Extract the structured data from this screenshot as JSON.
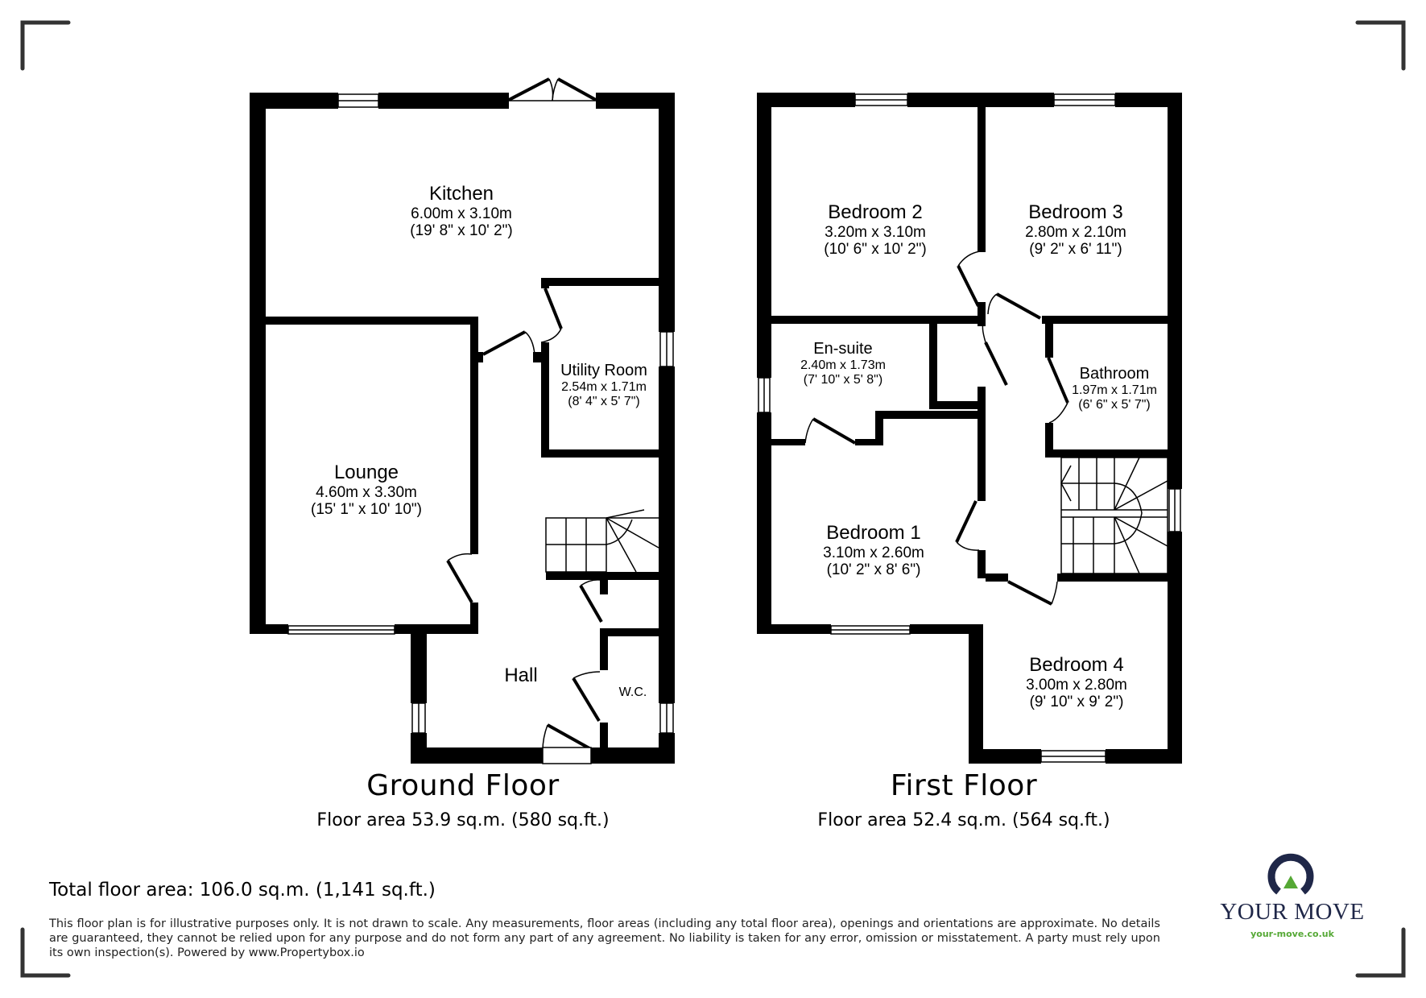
{
  "ground_floor": {
    "title": "Ground Floor",
    "area": "Floor area 53.9 sq.m. (580 sq.ft.)",
    "rooms": [
      {
        "name": "Kitchen",
        "metric": "6.00m x 3.10m",
        "imperial": "(19' 8\" x 10' 2\")"
      },
      {
        "name": "Utility Room",
        "metric": "2.54m x 1.71m",
        "imperial": "(8' 4\" x 5' 7\")"
      },
      {
        "name": "Lounge",
        "metric": "4.60m x 3.30m",
        "imperial": "(15' 1\" x 10' 10\")"
      },
      {
        "name": "Hall"
      },
      {
        "name": "W.C."
      }
    ]
  },
  "first_floor": {
    "title": "First Floor",
    "area": "Floor area 52.4 sq.m. (564 sq.ft.)",
    "rooms": [
      {
        "name": "Bedroom 2",
        "metric": "3.20m x 3.10m",
        "imperial": "(10' 6\" x 10' 2\")"
      },
      {
        "name": "Bedroom 3",
        "metric": "2.80m x 2.10m",
        "imperial": "(9' 2\" x 6' 11\")"
      },
      {
        "name": "En-suite",
        "metric": "2.40m x 1.73m",
        "imperial": "(7' 10\" x 5' 8\")"
      },
      {
        "name": "Bathroom",
        "metric": "1.97m x 1.71m",
        "imperial": "(6' 6\" x 5' 7\")"
      },
      {
        "name": "Bedroom 1",
        "metric": "3.10m x 2.60m",
        "imperial": "(10' 2\" x 8' 6\")"
      },
      {
        "name": "Bedroom 4",
        "metric": "3.00m x 2.80m",
        "imperial": "(9' 10\" x 9' 2\")"
      }
    ]
  },
  "total_area": "Total floor area: 106.0 sq.m. (1,141 sq.ft.)",
  "disclaimer": "This floor plan is for illustrative purposes only. It is not drawn to scale. Any measurements, floor areas (including any total floor area), openings and orientations are approximate. No details are guaranteed, they cannot be relied upon for any purpose and do not form any part of any agreement. No liability is taken for any error, omission or misstatement. A party must rely upon its own inspection(s). Powered by www.Propertybox.io",
  "logo": {
    "brand": "YOUR MOVE",
    "url": "your-move.co.uk",
    "colors": {
      "navy": "#1f2748",
      "green": "#55a835"
    }
  }
}
